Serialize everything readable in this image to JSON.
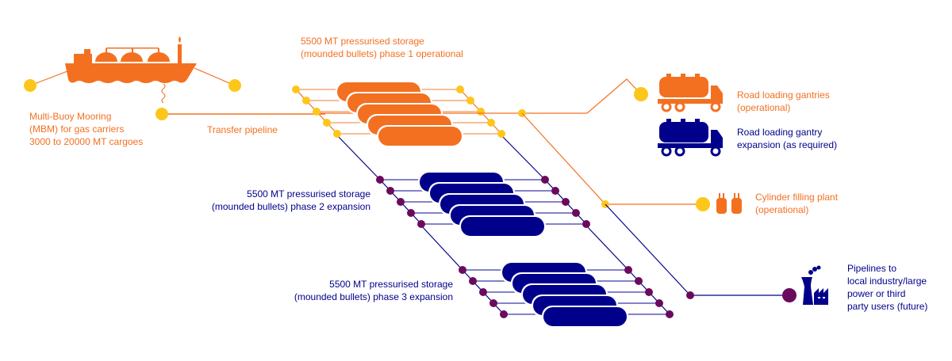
{
  "colors": {
    "orange": "#f37021",
    "yellow": "#fdc61a",
    "navy": "#00008b",
    "purple": "#6b0a5c",
    "light_orange": "#f7a878",
    "light_navy": "#5a5ab8"
  },
  "labels": {
    "mooring": [
      "Multi-Buoy Mooring",
      "(MBM) for gas carriers",
      "3000 to 20000 MT cargoes"
    ],
    "transfer": "Transfer pipeline",
    "phase1": [
      "5500 MT pressurised storage",
      "(mounded bullets) phase 1 operational"
    ],
    "phase2": [
      "5500 MT pressurised storage",
      "(mounded bullets) phase 2 expansion"
    ],
    "phase3": [
      "5500 MT pressurised storage",
      "(mounded bullets) phase 3 expansion"
    ],
    "road_op": [
      "Road loading gantries",
      "(operational)"
    ],
    "road_exp": [
      "Road loading gantry",
      "expansion (as required)"
    ],
    "cylinder": [
      "Cylinder filling plant",
      "(operational)"
    ],
    "pipelines": [
      "Pipelines to",
      "local industry/large",
      "power or third",
      "party users (future)"
    ]
  }
}
